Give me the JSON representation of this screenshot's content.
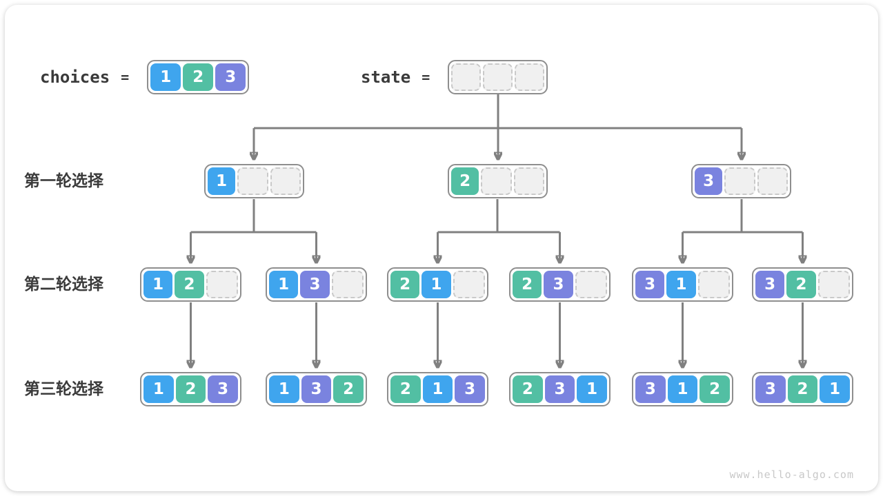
{
  "palette": {
    "c1": "#3FA5EE",
    "c2": "#52BFA3",
    "c3": "#7A83DF",
    "line": "#808080",
    "boxBorder": "#8E8E8E",
    "emptyFill": "#F0F0F0",
    "emptyBorder": "#C9C9C9",
    "text": "#3A3A3A",
    "watermark": "#C8C8C8"
  },
  "header": {
    "choices_label": "choices",
    "choices_eq": "=",
    "choices_values": [
      "1",
      "2",
      "3"
    ],
    "state_label": "state",
    "state_eq": "=",
    "state_slots": 3
  },
  "rows": [
    {
      "label": "第一轮选择",
      "boxes": [
        [
          "1",
          "",
          ""
        ],
        [
          "2",
          "",
          ""
        ],
        [
          "3",
          "",
          ""
        ]
      ]
    },
    {
      "label": "第二轮选择",
      "boxes": [
        [
          "1",
          "2",
          ""
        ],
        [
          "1",
          "3",
          ""
        ],
        [
          "2",
          "1",
          ""
        ],
        [
          "2",
          "3",
          ""
        ],
        [
          "3",
          "1",
          ""
        ],
        [
          "3",
          "2",
          ""
        ]
      ]
    },
    {
      "label": "第三轮选择",
      "boxes": [
        [
          "1",
          "2",
          "3"
        ],
        [
          "1",
          "3",
          "2"
        ],
        [
          "2",
          "1",
          "3"
        ],
        [
          "2",
          "3",
          "1"
        ],
        [
          "3",
          "1",
          "2"
        ],
        [
          "3",
          "2",
          "1"
        ]
      ]
    }
  ],
  "watermark": "www.hello-algo.com"
}
